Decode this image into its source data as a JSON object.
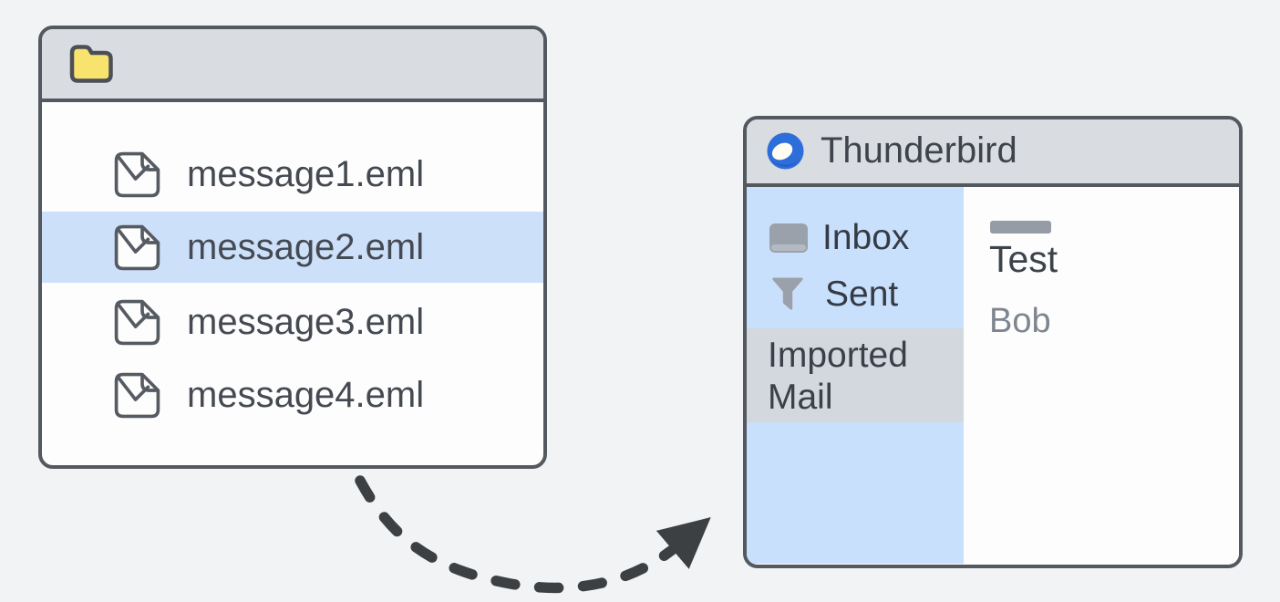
{
  "colors": {
    "background": "#f1f3f5",
    "window_border": "#54585f",
    "titlebar": "#d9dce1",
    "content_white": "#fdfdfe",
    "selection_blue": "#cde0fa",
    "sidebar_blue": "#c9e0fc",
    "selected_gray": "#d3d7de",
    "folder_yellow": "#f8e36e",
    "logo_blue": "#2e6edb",
    "text_dark": "#454a52",
    "text_gray": "#7e858e",
    "icon_gray": "#9aa1ab",
    "arrow": "#3c4043"
  },
  "file_window": {
    "titlebar_icon": "folder-icon",
    "files": [
      {
        "name": "message1.eml",
        "icon": "eml-file-icon",
        "selected": false
      },
      {
        "name": "message2.eml",
        "icon": "eml-file-icon",
        "selected": true
      },
      {
        "name": "message3.eml",
        "icon": "eml-file-icon",
        "selected": false
      },
      {
        "name": "message4.eml",
        "icon": "eml-file-icon",
        "selected": false
      }
    ]
  },
  "arrow": {
    "style": "dashed-curved-arrow",
    "from": "file-window",
    "to": "thunderbird-window"
  },
  "thunderbird": {
    "title": "Thunderbird",
    "titlebar_icon": "thunderbird-logo-icon",
    "sidebar": [
      {
        "label": "Inbox",
        "icon": "inbox-icon",
        "selected": false
      },
      {
        "label": "Sent",
        "icon": "sent-filter-icon",
        "selected": false
      },
      {
        "label": "Imported Mail",
        "icon": "none",
        "selected": true
      }
    ],
    "message_list": {
      "header_bar": "placeholder-bar",
      "subject": "Test",
      "sender": "Bob"
    }
  }
}
